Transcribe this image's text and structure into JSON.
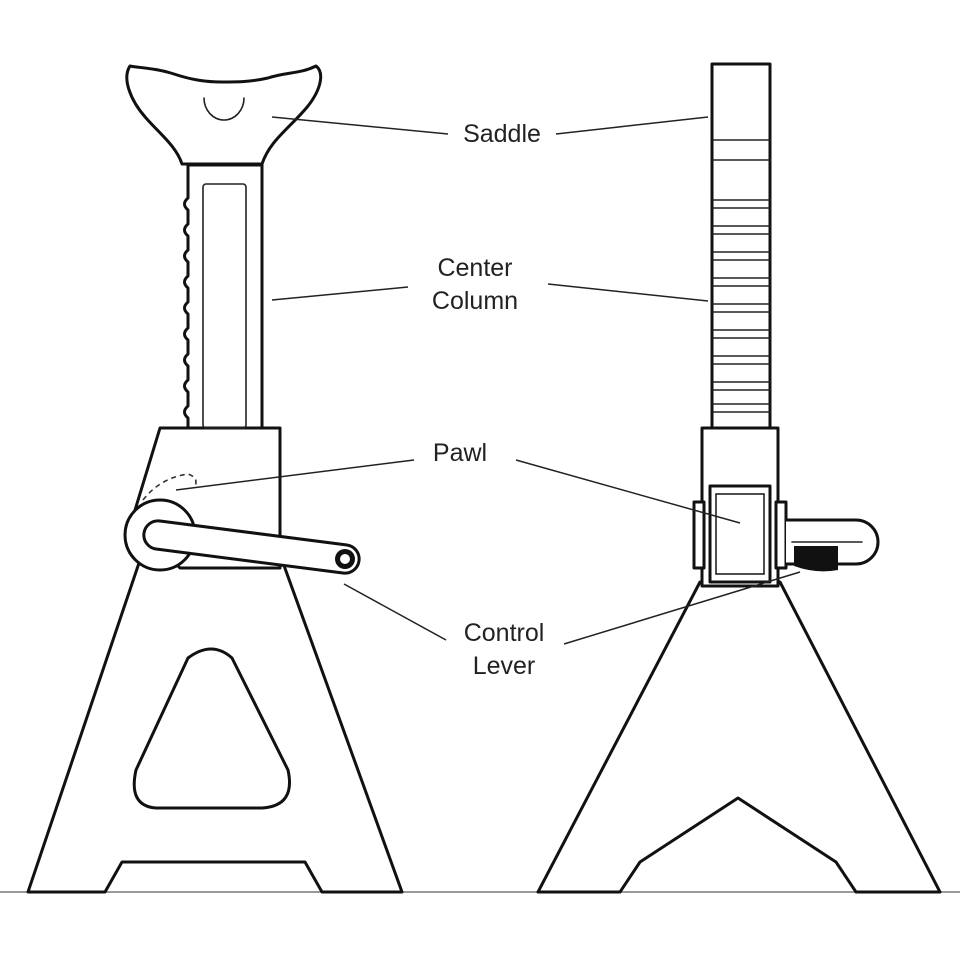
{
  "labels": {
    "saddle": "Saddle",
    "center_column": {
      "line1": "Center",
      "line2": "Column"
    },
    "pawl": "Pawl",
    "control_lever": {
      "line1": "Control",
      "line2": "Lever"
    }
  },
  "colors": {
    "stroke": "#111111",
    "background": "#ffffff",
    "ground": "#999999"
  }
}
